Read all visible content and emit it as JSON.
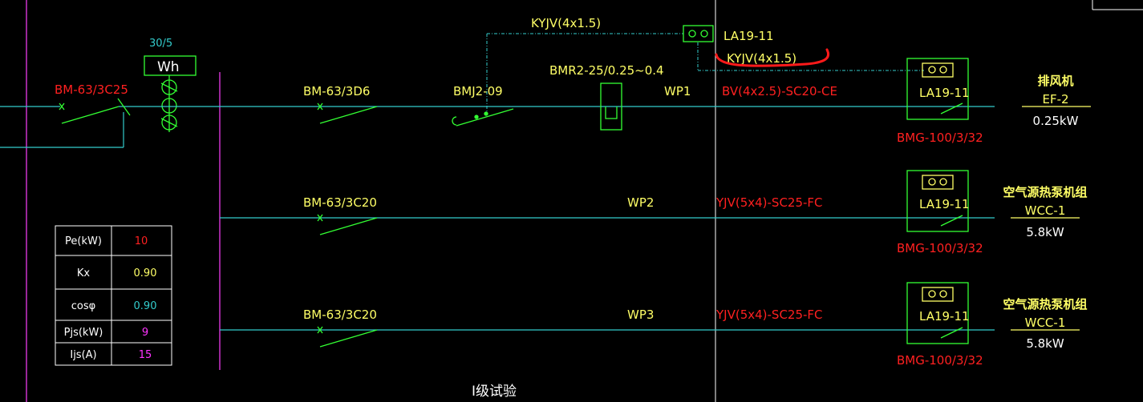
{
  "colors": {
    "background": "#000000",
    "bus_magenta": "#cc33cc",
    "line_cyan": "#33cccc",
    "breaker_green": "#33ff33",
    "label_yellow": "#ffff66",
    "cable_red": "#ff2020",
    "annotation_red": "#ff1a1a",
    "guide_white": "#ffffff"
  },
  "meter": {
    "ratio": "30/5",
    "label": "Wh"
  },
  "incoming": {
    "breaker": "BM-63/3C25"
  },
  "circuits": [
    {
      "breaker": "BM-63/3D6",
      "contactor": "BMJ2-09",
      "relay": "BMR2-25/0.25~0.4",
      "circuit_id": "WP1",
      "cable": "BV(4x2.5)-SC20-CE",
      "control_cable_1": "KYJV(4x1.5)",
      "control_cable_2": "KYJV(4x1.5)",
      "local_button": "LA19-11",
      "station_button": "LA19-11",
      "station_breaker": "BMG-100/3/32",
      "load_name": "排风机",
      "load_code": "EF-2",
      "load_power": "0.25kW"
    },
    {
      "breaker": "BM-63/3C20",
      "circuit_id": "WP2",
      "cable": "YJV(5x4)-SC25-FC",
      "station_button": "LA19-11",
      "station_breaker": "BMG-100/3/32",
      "load_name": "空气源热泵机组",
      "load_code": "WCC-1",
      "load_power": "5.8kW"
    },
    {
      "breaker": "BM-63/3C20",
      "circuit_id": "WP3",
      "cable": "YJV(5x4)-SC25-FC",
      "station_button": "LA19-11",
      "station_breaker": "BMG-100/3/32",
      "load_name": "空气源热泵机组",
      "load_code": "WCC-1",
      "load_power": "5.8kW"
    }
  ],
  "load_table": {
    "rows": [
      {
        "label": "Pe(kW)",
        "value": "10",
        "color": "#ff2020"
      },
      {
        "label": "Kx",
        "value": "0.90",
        "color": "#ffff66"
      },
      {
        "label": "cosφ",
        "value": "0.90",
        "color": "#33cccc"
      },
      {
        "label": "Pjs(kW)",
        "value": "9",
        "color": "#ff33ff"
      },
      {
        "label": "Ijs(A)",
        "value": "15",
        "color": "#ff33ff"
      }
    ]
  },
  "footer": {
    "label": "I级试验"
  }
}
